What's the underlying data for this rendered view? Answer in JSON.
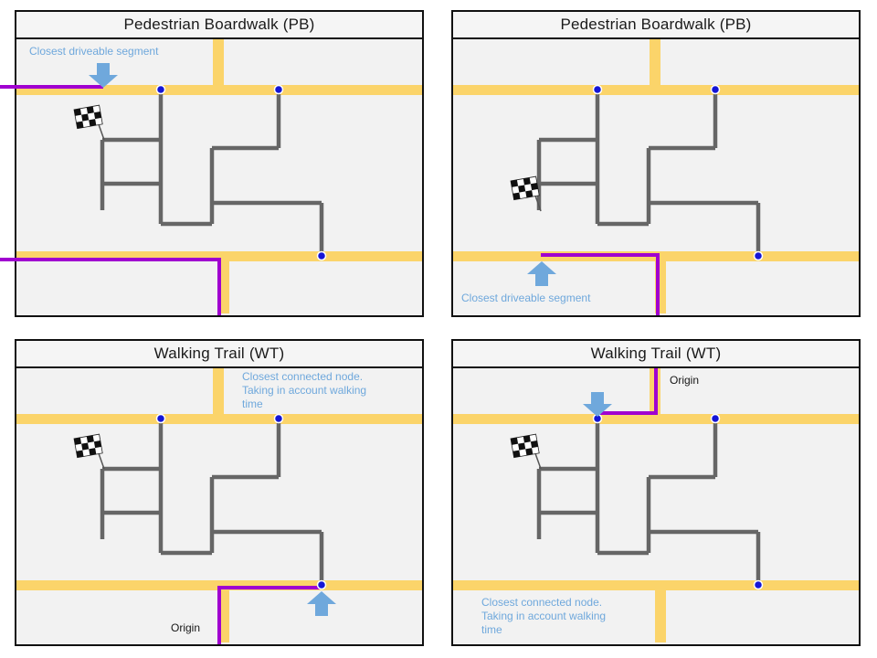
{
  "figure": {
    "description": "Four-panel routing diagram comparing origin connection strategies",
    "rows": [
      "Pedestrian Boardwalk (PB)",
      "Walking Trail (WT)"
    ]
  },
  "colors": {
    "road_yellow": "#FBD46A",
    "path_gray": "#666666",
    "route_purple": "#A000D0",
    "node_blue": "#1515D6",
    "accent_blue": "#6fa8dc",
    "panel_background": "#f2f2f2"
  },
  "panels": [
    {
      "title": "Pedestrian Boardwalk (PB)",
      "annotation": "Closest driveable segment"
    },
    {
      "title": "Pedestrian Boardwalk (PB)",
      "annotation": "Closest driveable segment"
    },
    {
      "title": "Walking Trail (WT)",
      "annotation": "Closest connected node. Taking in account walking time",
      "origin_label": "Origin"
    },
    {
      "title": "Walking Trail (WT)",
      "annotation": "Closest connected node. Taking in account walking time",
      "origin_label": "Origin"
    }
  ]
}
